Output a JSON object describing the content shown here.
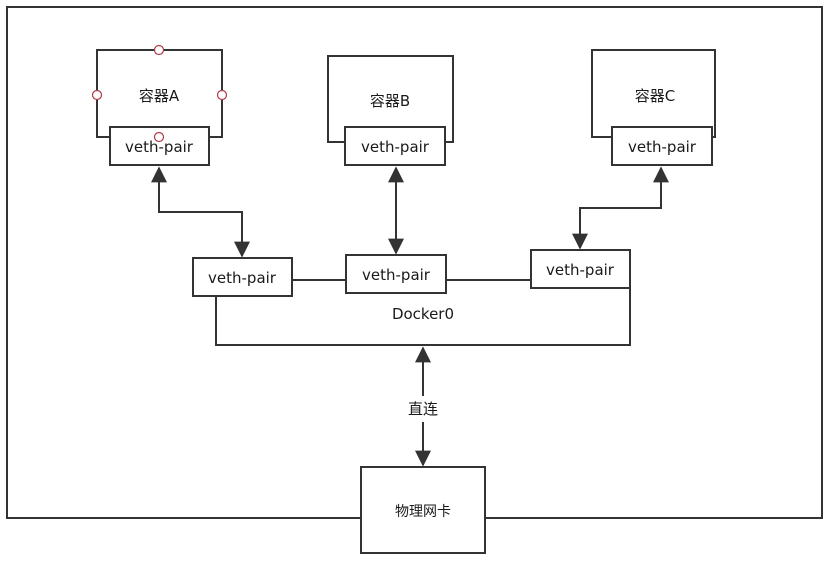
{
  "containers": [
    {
      "name": "容器A",
      "veth": "veth-pair"
    },
    {
      "name": "容器B",
      "veth": "veth-pair"
    },
    {
      "name": "容器C",
      "veth": "veth-pair"
    }
  ],
  "bridge": {
    "label": "Docker0",
    "veths": [
      "veth-pair",
      "veth-pair",
      "veth-pair"
    ]
  },
  "link_label": "直连",
  "nic": {
    "label": "物理网卡"
  },
  "colors": {
    "stroke": "#333333",
    "handle": "#b03a48",
    "text": "#1a1a1a"
  }
}
